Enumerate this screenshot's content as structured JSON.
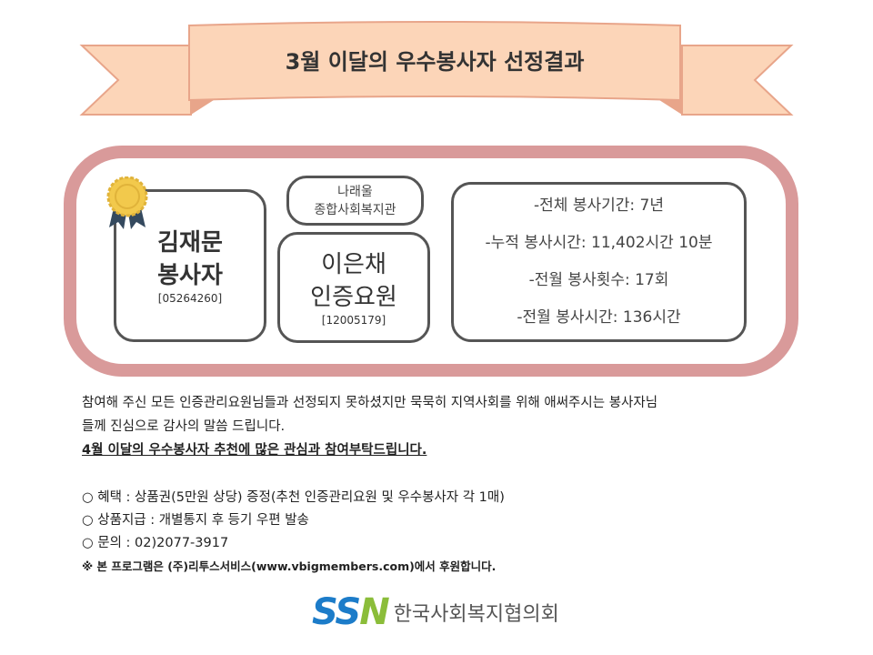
{
  "banner": {
    "title": "3월 이달의 우수봉사자 선정결과"
  },
  "volunteer": {
    "name": "김재문",
    "role": "봉사자",
    "id": "[05264260]"
  },
  "agency": {
    "line1": "나래울",
    "line2": "종합사회복지관"
  },
  "staff": {
    "name": "이은채",
    "role": "인증요원",
    "id": "[12005179]"
  },
  "stats": [
    "-전체 봉사기간: 7년",
    "-누적 봉사시간: 11,402시간 10분",
    "-전월 봉사횟수: 17회",
    "-전월 봉사시간: 136시간"
  ],
  "message": {
    "line1": "참여해 주신 모든 인증관리요원님들과 선정되지 못하셨지만 묵묵히 지역사회를 위해 애써주시는 봉사자님",
    "line2": "들께 진심으로 감사의 말씀 드립니다.",
    "line3": "4월 이달의 우수봉사자 추천에 많은 관심과 참여부탁드립니다."
  },
  "info": [
    "○ 혜택 : 상품권(5만원 상당) 증정(추천 인증관리요원 및 우수봉사자 각 1매)",
    "○ 상품지급 : 개별통지 후 등기 우편 발송",
    "○ 문의 : 02)2077-3917"
  ],
  "note": "※ 본 프로그램은 (주)리투스서비스(www.vbigmembers.com)에서 후원합니다.",
  "logo": {
    "ss": "SS",
    "n": "N",
    "org": "한국사회복지협의회"
  },
  "colors": {
    "ribbon": "#fcd5b8",
    "frame": "#d99a9a",
    "logo_blue": "#1c7cc9",
    "logo_green": "#8bbd3a"
  }
}
